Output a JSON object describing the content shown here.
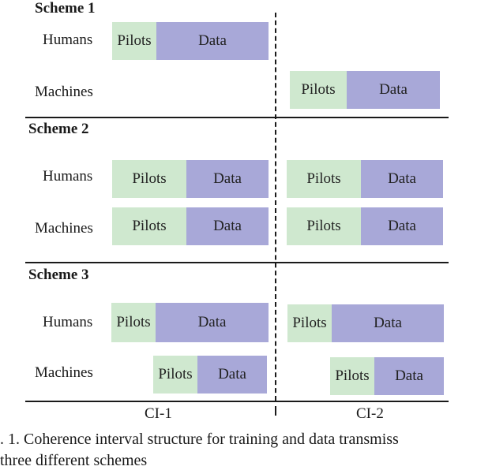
{
  "labels": {
    "scheme1": "Scheme 1",
    "scheme2": "Scheme 2",
    "scheme3": "Scheme 3",
    "humans": "Humans",
    "machines": "Machines",
    "pilots": "Pilots",
    "data": "Data",
    "ci1": "CI-1",
    "ci2": "CI-2"
  },
  "caption": {
    "line1": ". 1. Coherence interval structure for training and data transmiss",
    "line2": "three different schemes"
  },
  "colors": {
    "pilots": "#cfe8cf",
    "data": "#a8a8d8"
  }
}
